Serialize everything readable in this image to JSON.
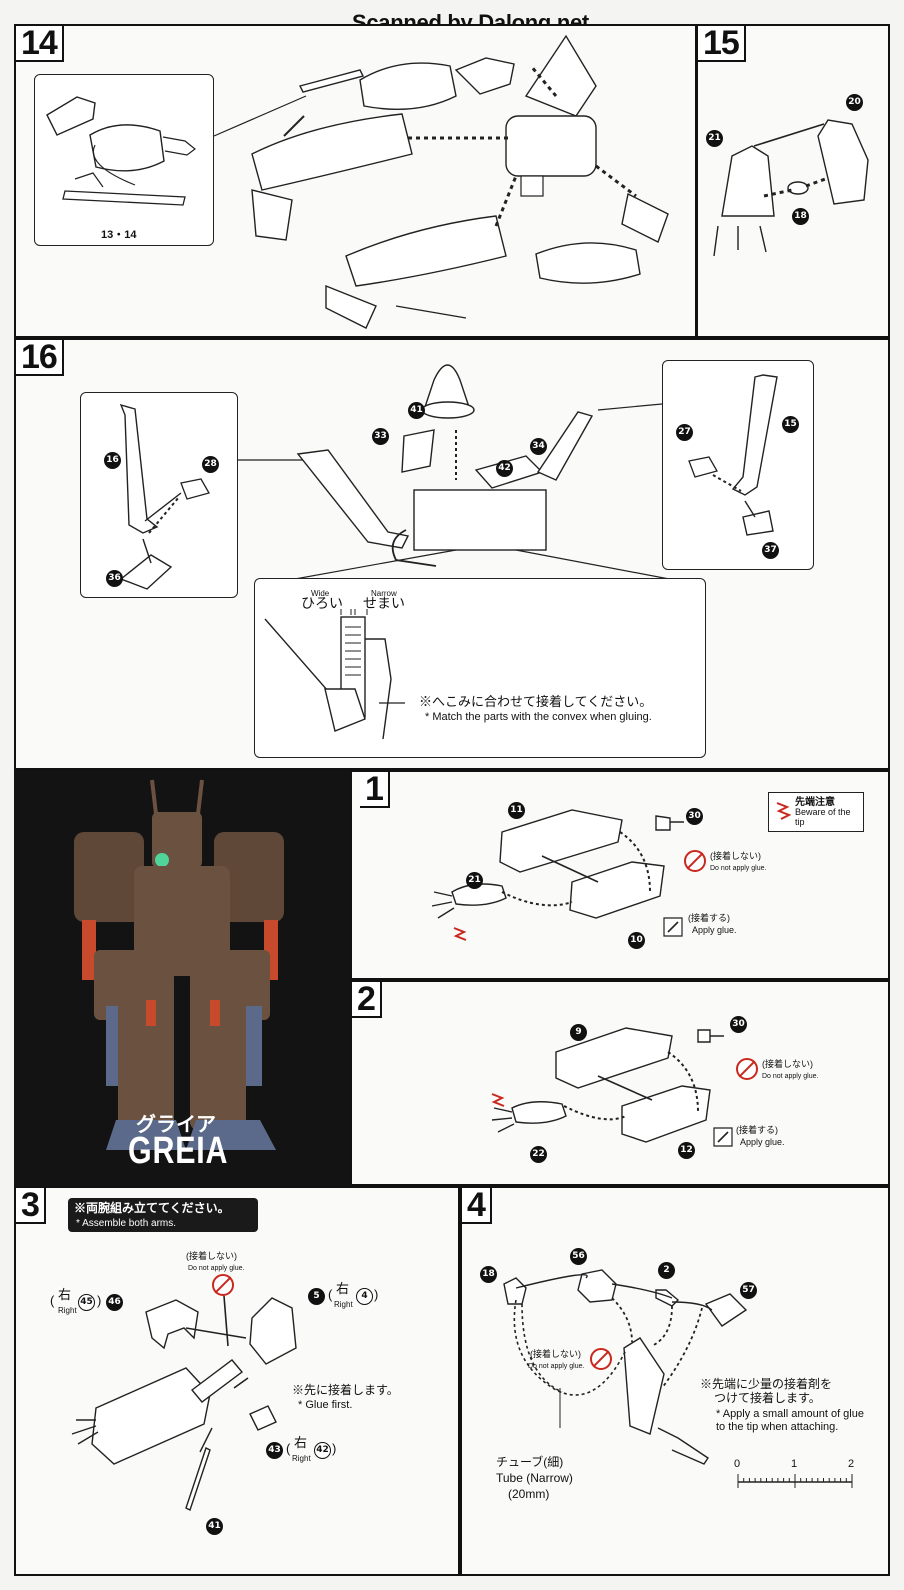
{
  "watermark": "Scanned by Dalong.net",
  "steps": {
    "s14": {
      "number": "14",
      "callout_parts": "13・14"
    },
    "s15": {
      "number": "15",
      "parts": [
        "21",
        "20",
        "18"
      ]
    },
    "s16": {
      "number": "16",
      "parts": [
        "41",
        "33",
        "34",
        "42",
        "16",
        "28",
        "36",
        "27",
        "15",
        "37"
      ],
      "wide_en": "Wide",
      "wide_jp": "ひろい",
      "narrow_en": "Narrow",
      "narrow_jp": "せまい",
      "note_jp": "※へこみに合わせて接着してください。",
      "note_en": "* Match the parts with the convex when gluing."
    },
    "s1": {
      "number": "1",
      "parts": [
        "11",
        "30",
        "21",
        "10"
      ],
      "caution_jp": "先端注意",
      "caution_en": "Beware of the tip",
      "noglue_jp": "(接着しない)",
      "noglue_en": "Do not apply glue.",
      "glue_jp": "(接着する)",
      "glue_en": "Apply glue."
    },
    "s2": {
      "number": "2",
      "parts": [
        "9",
        "30",
        "22",
        "12"
      ],
      "noglue_jp": "(接着しない)",
      "noglue_en": "Do not apply glue.",
      "glue_jp": "(接着する)",
      "glue_en": "Apply glue."
    },
    "s3": {
      "number": "3",
      "banner_jp": "※両腕組み立ててください。",
      "banner_en": "* Assemble both arms.",
      "noglue_jp": "(接着しない)",
      "noglue_en": "Do not apply glue.",
      "right_jp": "右",
      "right_en": "Right",
      "parts": [
        "45",
        "46",
        "5",
        "4",
        "43",
        "42",
        "41"
      ],
      "glue_first_jp": "※先に接着します。",
      "glue_first_en": "* Glue first."
    },
    "s4": {
      "number": "4",
      "parts": [
        "18",
        "56",
        "2",
        "57"
      ],
      "noglue_jp": "(接着しない)",
      "noglue_en": "Do not apply glue.",
      "tip_jp_1": "※先端に少量の接着剤を",
      "tip_jp_2": "つけて接着します。",
      "tip_en": "* Apply a small amount of glue to the tip when attaching.",
      "tube_jp": "チューブ(細)",
      "tube_en": "Tube (Narrow)",
      "tube_len": "(20mm)",
      "scale": [
        "0",
        "1",
        "2"
      ]
    }
  },
  "photo": {
    "name_jp": "グライア",
    "name_en": "GREIA"
  },
  "colors": {
    "accent_red": "#c9281e",
    "photo_bg": "#131313",
    "robot_brown": "#6b5240"
  }
}
